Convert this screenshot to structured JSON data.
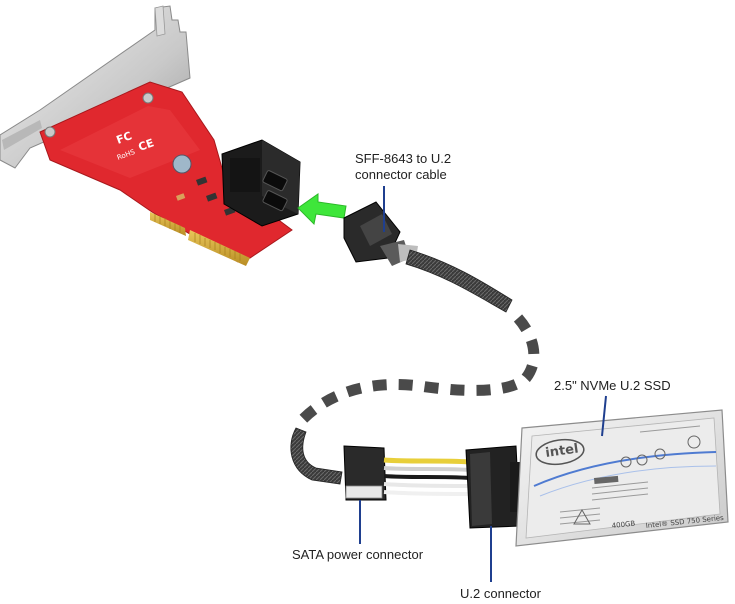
{
  "labels": {
    "cable_line1": "SFF-8643 to U.2",
    "cable_line2": "connector cable",
    "ssd": "2.5\" NVMe U.2 SSD",
    "sata": "SATA power connector",
    "u2": "U.2 connector"
  },
  "card": {
    "board_marks": [
      "FC",
      "CE",
      "RoHS"
    ],
    "label_color": "#e0282e"
  },
  "ssd_device": {
    "brand": "intel",
    "capacity": "400GB",
    "series": "Intel® SSD 750 Series"
  },
  "colors": {
    "arrow": "#3ee63a",
    "cable_dash": "#4a4a4a",
    "leader_line": "#1f3f8f",
    "pcb": "#e0282e"
  }
}
